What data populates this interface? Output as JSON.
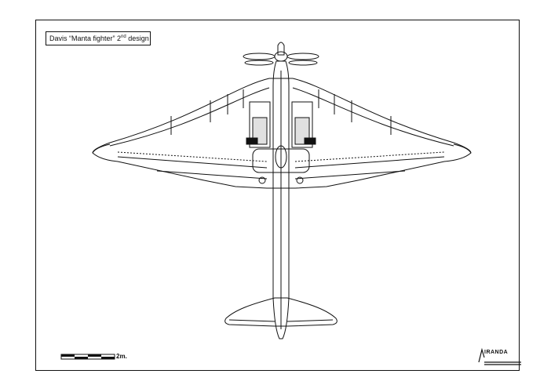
{
  "title": {
    "prefix": "Davis “Manta fighter” 2",
    "superscript": "nd",
    "suffix": " design"
  },
  "scale_bar": {
    "label": "2m."
  },
  "logo": {
    "text": "IRANDA"
  }
}
